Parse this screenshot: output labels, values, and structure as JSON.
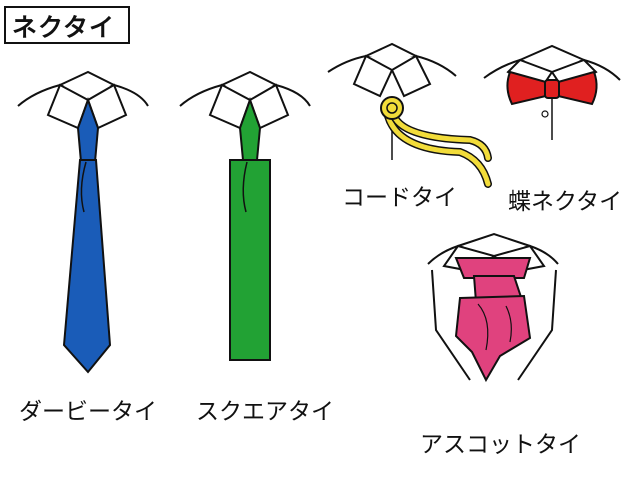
{
  "title": "ネクタイ",
  "items": [
    {
      "key": "derby",
      "label": "ダービータイ",
      "color": "#1a5cb8"
    },
    {
      "key": "square",
      "label": "スクエアタイ",
      "color": "#22a234"
    },
    {
      "key": "cord",
      "label": "コードタイ",
      "color": "#f2dc3a"
    },
    {
      "key": "bowtie",
      "label": "蝶ネクタイ",
      "color": "#e02020"
    },
    {
      "key": "ascot",
      "label": "アスコットタイ",
      "color": "#e0427e"
    }
  ]
}
